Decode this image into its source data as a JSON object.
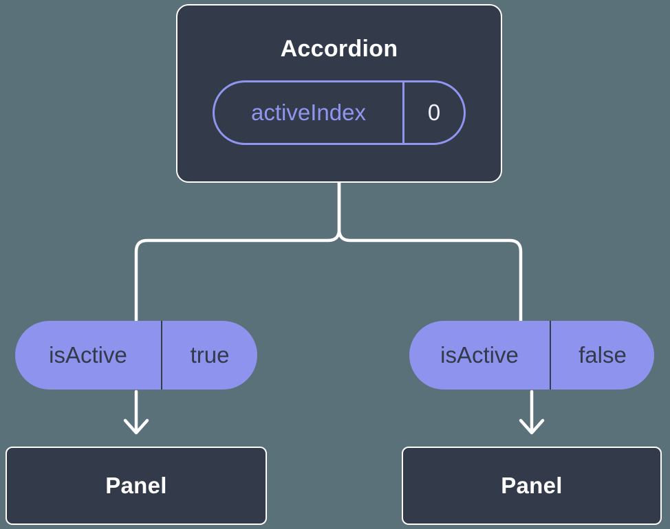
{
  "colors": {
    "bg": "#5a7179",
    "node-dark": "#333a4a",
    "node-border": "#ffffff",
    "pill-fill": "#8e93ee",
    "pill-text": "#333a4a",
    "accent-purple": "#9096ef",
    "state-value": "#f2f3ff",
    "line": "#ffffff"
  },
  "accordion": {
    "title": "Accordion",
    "state": {
      "name": "activeIndex",
      "value": "0"
    }
  },
  "panels": [
    {
      "prop": {
        "name": "isActive",
        "value": "true"
      },
      "label": "Panel"
    },
    {
      "prop": {
        "name": "isActive",
        "value": "false"
      },
      "label": "Panel"
    }
  ]
}
